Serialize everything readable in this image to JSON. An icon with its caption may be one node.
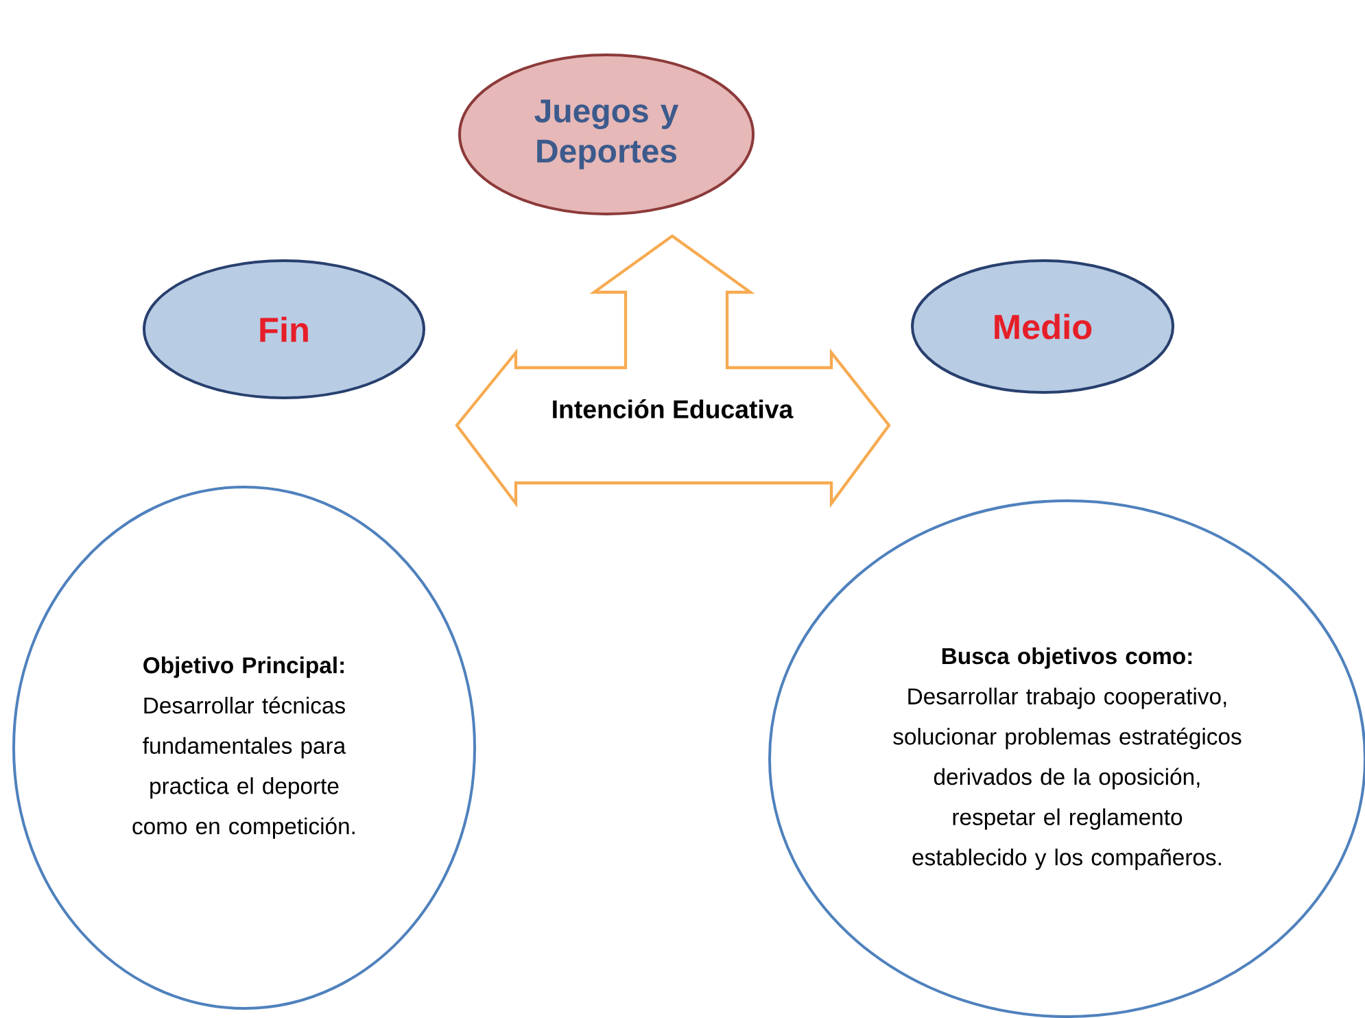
{
  "diagram": {
    "nodes": [
      {
        "text": [
          "Juegos y Deportes"
        ]
      },
      {
        "text": [
          "Fin"
        ]
      },
      {
        "text": [
          "Medio"
        ]
      },
      {
        "text": [
          "Intención Educativa"
        ]
      },
      {
        "text": [
          "Objetivo Principal:",
          "Desarrollar técnicas fundamentales para practica el deporte como en competición."
        ]
      },
      {
        "text": [
          "Busca objetivos como:",
          "Desarrollar trabajo cooperativo, solucionar problemas estratégicos derivados de la oposición, respetar el reglamento establecido y los compañeros."
        ]
      }
    ]
  }
}
